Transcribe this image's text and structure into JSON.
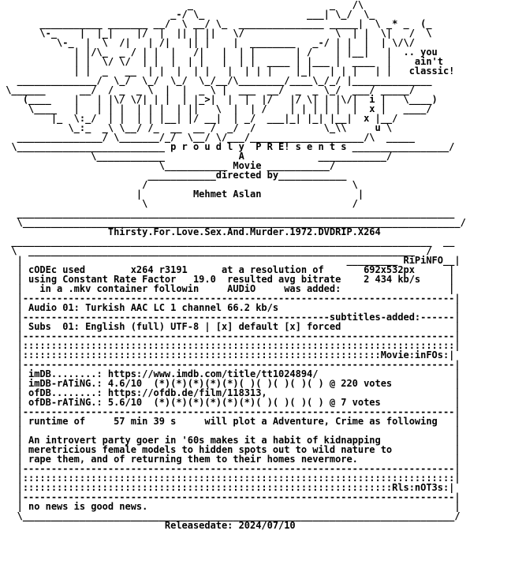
{
  "nfo": {
    "lines": [
      "                                 _                        _   /\\  ",
      "                              _-/ \\_                  ___| \\_/  \\_",
      "       ___________ _______ __/  \\ __/ \\_  _______________ _____|  \\ _* _  (_",
      "       \\-_    |  |_|    |/  |  || | ||   \\/                \\  | |  \\|   /  \\",
      "          \\-_  |  \\  /|   | /|   || |    |  ________   _-/ | |  |  | \\/\\/",
      "             | |/\\_  _ / | |  |   /|   |  | |       | /    | |__|   |  .. you",
      "             | |  \\/ \\/  | |  |  | |   |  | |  ____ | |___ |  ____  |    ain't",
      "             | |  _   __  | |  |  | |   |  | | |    |_|   | | |   | |   classic!",
      "   ______________/  \\_/  \\_/  \\_/  \\_/__/\\________/____\\_/_/ |______________",
      " \\______      __/  / _  _ \\  |  |  _ \\ |  ___  __/  _  _ \\_/  ___/ _____/",
      "    (____    |   | |\\/ \\/| | |  | |_>|  |  |  |/   |/ \\| | |\\/|  i |   \\____)",
      "     \\____   |   | | |  | | |  | ||   \\  |  | /    | | | | |  |  x |   ____/",
      "         |_  \\:_/  | |  | | |__| |/ __|  | _/  ___|_| |_| |__|  x |__/",
      "            \\_:_  _\\ \\__/ /_  __  __ /  _/  /            \\_\\\\     u \\",
      "   _______________/ \\_______/_/  \\__/ \\/___/____________________/\\  _____",
      "  \\__________________________ p r o u d l y  P R E! s e n t s _________________/",
      "                \\____________             A             ____________/",
      "                            \\___________ Movie ___________/",
      "                          ____________directed by____________",
      "                         /                                    \\",
      "                        |         Mehmet Aslan                 |",
      "                         \\                                    /",
      "   _____________________________________________________________________________",
      "   \\_____________________________________________________________________________/",
      "                   Thirsty.For.Love.Sex.And.Murder.1972.DVDRIP.X264",
      "  __________________________________________________________________________  __",
      "  \\  ____________________________________________________________________  /",
      "   |                                                         _________ RiPiNFO__|",
      "   | cODEc used        x264 r3191      at a resolution of       692x532px      |",
      "   | using Constant Rate Factor   19.0  resulted avg bitrate    2 434 kb/s     |",
      "   |   in a .mkv container followin     AUDiO     was added:                   |",
      "   |----------------------------------------------------------------------------|",
      "   | Audio 01: Turkish AAC LC 1 channel 66.2 kb/s                               |",
      "   |------------------------------------------------------subtitles-added:------|",
      "   | Subs  01: English (full) UTF-8 | [x] default [x] forced                    |",
      "   |----------------------------------------------------------------------------|",
      "   |::::::::::::::::::::::::::::::::::::::::::::::::::::::::::::::::::::::::::::|",
      "   |:::::::::::::::::::::::::::::::::::::::::::::::::::::::::::::::Movie:inFOs:|",
      "   |----------------------------------------------------------------------------|",
      "   | imDB........: https://www.imdb.com/title/tt1024894/                        |",
      "   | imDB-rATiNG.: 4.6/10  (*)(*)(*)(*)(*)( )( )( )( )( ) @ 220 votes           |",
      "   | ofDB........: https://ofdb.de/film/118313,                                 |",
      "   | ofDB-rATiNG.: 5.6/10  (*)(*)(*)(*)(*)(*)( )( )( )( ) @ 7 votes             |",
      "   |----------------------------------------------------------------------------|",
      "   | runtime of     57 min 39 s     will plot a Adventure, Crime as following   |",
      "   |                                                                            |",
      "   | An introvert party goer in '60s makes it a habit of kidnapping             |",
      "   | meretricious female models to hidden spots out to wild nature to           |",
      "   | rape them, and of returning them to their homes nevermore.                 |",
      "   |----------------------------------------------------------------------------|",
      "   |::::::::::::::::::::::::::::::::::::::::::::::::::::::::::::::::::::::::::::|",
      "   |:::::::::::::::::::::::::::::::::::::::::::::::::::::::::::::::::Rls:nOT3s:|",
      "   |----------------------------------------------------------------------------|",
      "   | no news is good news.                                                      |",
      "   \\____________________________________________________________________________/",
      "                             Releasedate: 2024/07/10"
    ]
  }
}
